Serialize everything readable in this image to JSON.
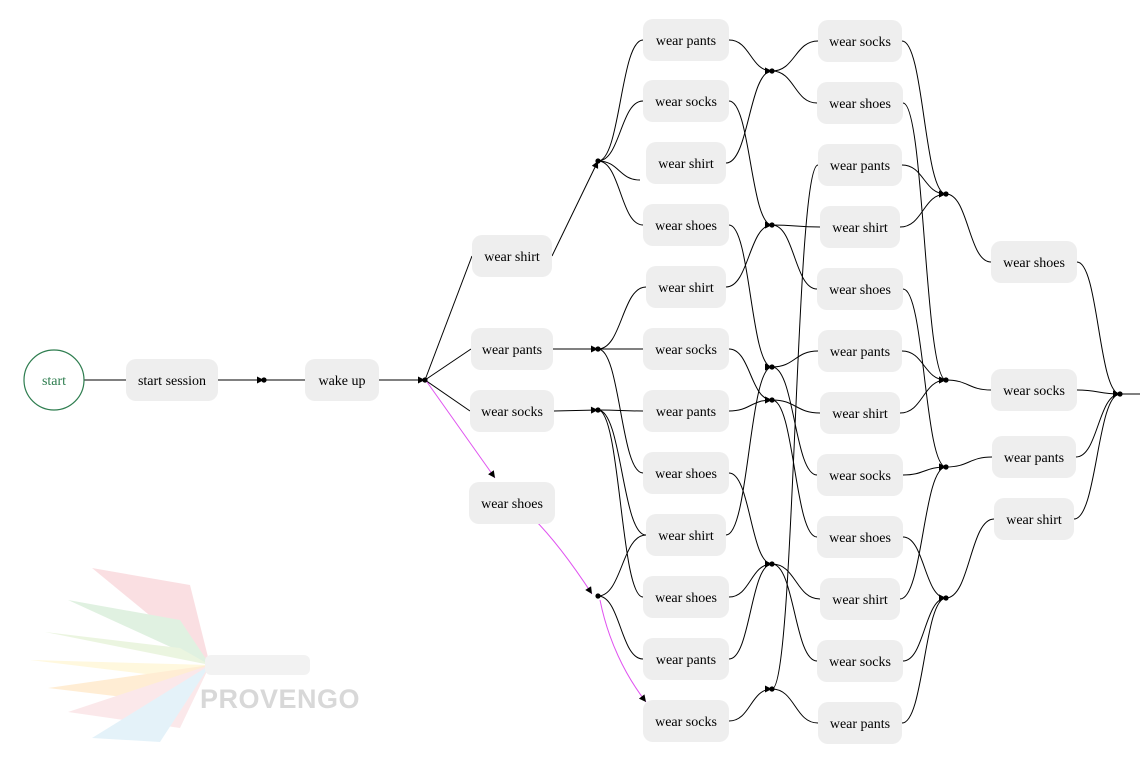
{
  "diagram": {
    "start_label": "start",
    "colors": {
      "node_fill": "#eeeeee",
      "edge": "#000000",
      "highlight": "#e052f0",
      "start_stroke": "#2e7d4f"
    },
    "nodes": [
      {
        "id": "n_start_session",
        "label": "start session"
      },
      {
        "id": "n_wake_up",
        "label": "wake up"
      },
      {
        "id": "n_shirt_1",
        "label": "wear shirt"
      },
      {
        "id": "n_pants_1",
        "label": "wear pants"
      },
      {
        "id": "n_socks_1",
        "label": "wear socks"
      },
      {
        "id": "n_shoes_1",
        "label": "wear shoes"
      },
      {
        "id": "c3_pants_a",
        "label": "wear pants"
      },
      {
        "id": "c3_socks_a",
        "label": "wear socks"
      },
      {
        "id": "c3_shirt_a",
        "label": "wear shirt"
      },
      {
        "id": "c3_shoes_a",
        "label": "wear shoes"
      },
      {
        "id": "c3_shirt_b",
        "label": "wear shirt"
      },
      {
        "id": "c3_socks_b",
        "label": "wear socks"
      },
      {
        "id": "c3_pants_b",
        "label": "wear pants"
      },
      {
        "id": "c3_shoes_b",
        "label": "wear shoes"
      },
      {
        "id": "c3_shirt_c",
        "label": "wear shirt"
      },
      {
        "id": "c3_shoes_c",
        "label": "wear shoes"
      },
      {
        "id": "c3_pants_c",
        "label": "wear pants"
      },
      {
        "id": "c3_socks_c",
        "label": "wear socks"
      },
      {
        "id": "c4_socks_a",
        "label": "wear socks"
      },
      {
        "id": "c4_shoes_a",
        "label": "wear shoes"
      },
      {
        "id": "c4_pants_a",
        "label": "wear pants"
      },
      {
        "id": "c4_shirt_a",
        "label": "wear shirt"
      },
      {
        "id": "c4_shoes_b",
        "label": "wear shoes"
      },
      {
        "id": "c4_pants_b",
        "label": "wear pants"
      },
      {
        "id": "c4_shirt_b",
        "label": "wear shirt"
      },
      {
        "id": "c4_socks_b",
        "label": "wear socks"
      },
      {
        "id": "c4_shoes_c",
        "label": "wear shoes"
      },
      {
        "id": "c4_shirt_c",
        "label": "wear shirt"
      },
      {
        "id": "c4_socks_c",
        "label": "wear socks"
      },
      {
        "id": "c4_pants_c",
        "label": "wear pants"
      },
      {
        "id": "c5_shoes",
        "label": "wear shoes"
      },
      {
        "id": "c5_socks",
        "label": "wear socks"
      },
      {
        "id": "c5_pants",
        "label": "wear pants"
      },
      {
        "id": "c5_shirt",
        "label": "wear shirt"
      }
    ],
    "watermark": {
      "text": "PROVENGO"
    }
  }
}
